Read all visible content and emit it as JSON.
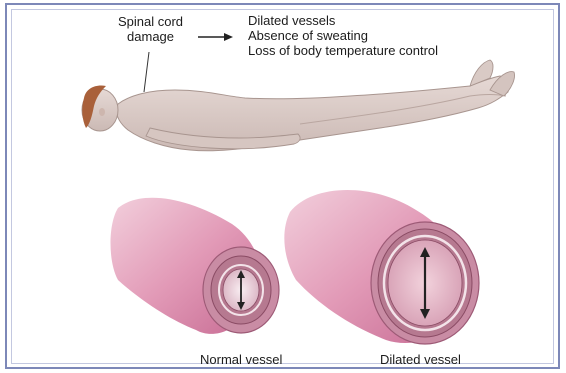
{
  "cause": {
    "line1": "Spinal cord",
    "line2": "damage"
  },
  "effects": [
    "Dilated vessels",
    "Absence of sweating",
    "Loss of body temperature control"
  ],
  "vessels": {
    "normal_label": "Normal vessel",
    "dilated_label": "Dilated vessel"
  },
  "colors": {
    "frame": "#7d88b8",
    "skin": "#dccdc8",
    "hair": "#a9603a",
    "vessel_outer": "#e2a4bc",
    "vessel_inner": "#a05070"
  }
}
